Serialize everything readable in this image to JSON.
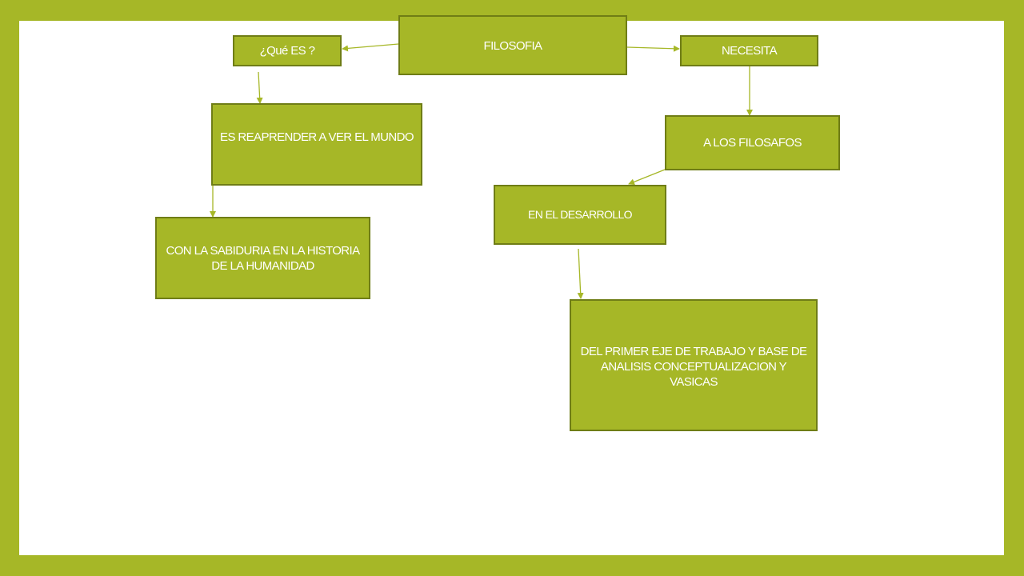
{
  "colors": {
    "frame": "#a6b727",
    "node_fill": "#a6b727",
    "node_border": "#6f7d16",
    "node_text": "#ffffff",
    "connector": "#a6b727"
  },
  "nodes": {
    "filosofia": "FILOSOFIA",
    "que_es": "¿Qué ES ?",
    "necesita": "NECESITA",
    "reaprender": "ES REAPRENDER A VER EL MUNDO",
    "filosofos": "A LOS FILOSAFOS",
    "desarrollo": "EN EL DESARROLLO",
    "sabiduria": "CON LA SABIDURIA EN LA HISTORIA DE LA HUMANIDAD",
    "primer_eje": "DEL PRIMER EJE DE TRABAJO Y BASE DE ANALISIS CONCEPTUALIZACION Y VASICAS"
  }
}
